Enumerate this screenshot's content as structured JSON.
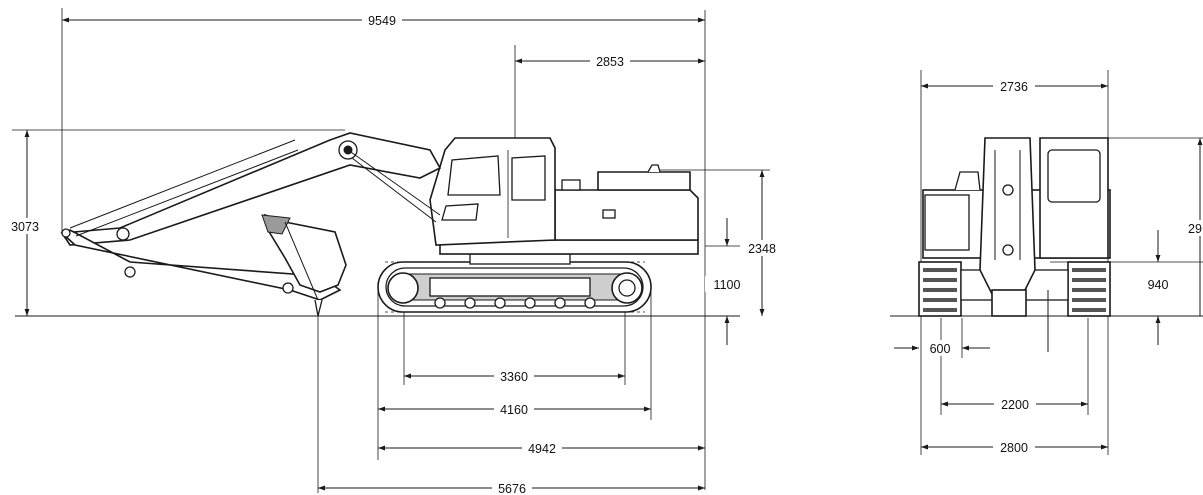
{
  "side_view": {
    "overall_length": "9549",
    "rear_to_center": "2853",
    "boom_height": "3073",
    "overall_height": "2348",
    "counterweight_clearance": "1100",
    "tumbler_distance": "3360",
    "track_length": "4160",
    "rear_reach": "4942",
    "boom_reach": "5676"
  },
  "front_view": {
    "upper_width": "2736",
    "side_height_partial": "29",
    "ground_clearance": "940",
    "shoe_width": "600",
    "track_gauge": "2200",
    "undercarriage_width": "2800"
  }
}
